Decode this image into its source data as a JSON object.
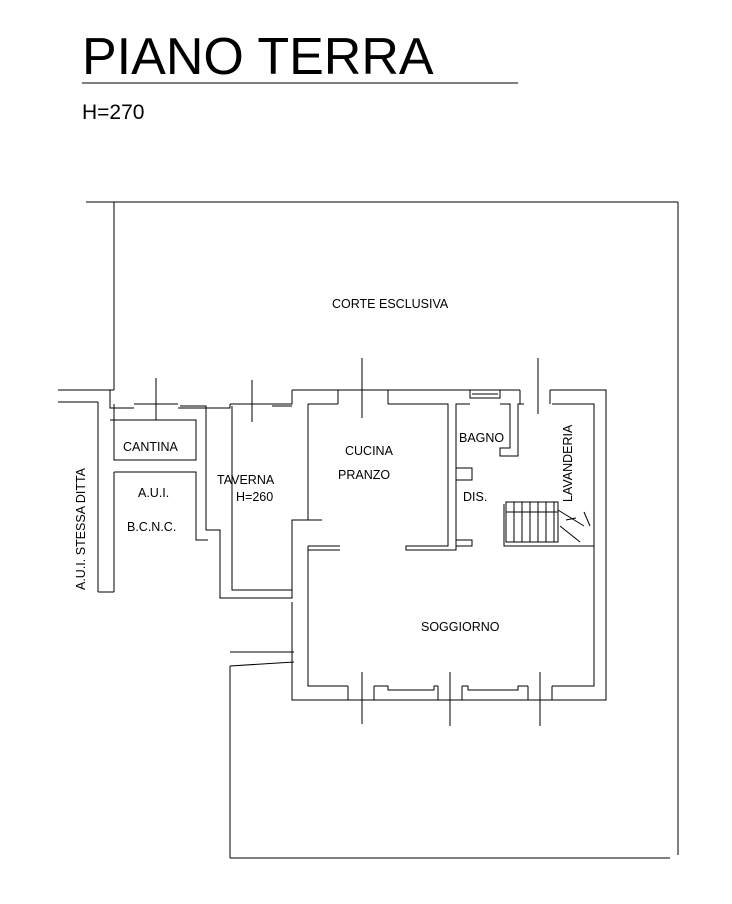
{
  "header": {
    "title": "PIANO TERRA",
    "height_note": "H=270"
  },
  "rooms": {
    "corte": "CORTE ESCLUSIVA",
    "cantina": "CANTINA",
    "aui": "A.U.I.",
    "bcnc": "B.C.N.C.",
    "taverna": "TAVERNA",
    "taverna_height": "H=260",
    "cucina": "CUCINA",
    "pranzo": "PRANZO",
    "bagno": "BAGNO",
    "dis": "DIS.",
    "lavanderia": "LAVANDERIA",
    "soggiorno": "SOGGIORNO",
    "side_label": "A.U.I. STESSA DITTA"
  }
}
